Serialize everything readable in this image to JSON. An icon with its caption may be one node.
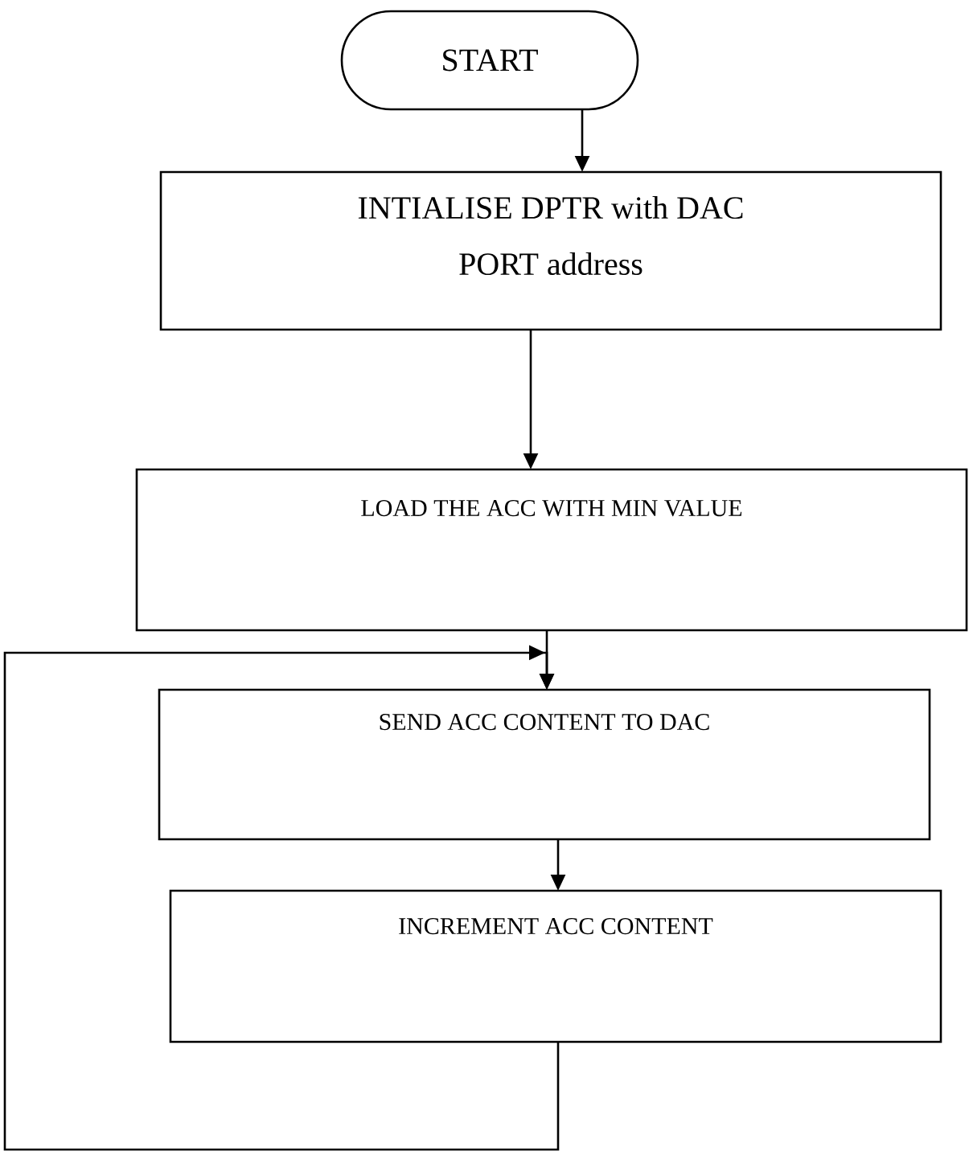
{
  "diagram": {
    "nodes": [
      {
        "text": [
          "START"
        ]
      },
      {
        "text": [
          "INTIALISE  DPTR with DAC PORT address"
        ]
      },
      {
        "text": [
          "LOAD THE ACC WITH MIN VALUE"
        ]
      },
      {
        "text": [
          "SEND ACC CONTENT TO DAC"
        ]
      },
      {
        "text": [
          "INCREMENT ACC CONTENT"
        ]
      }
    ],
    "edges": [
      {
        "from": 0,
        "to": 1,
        "arrow": "to"
      },
      {
        "from": 1,
        "to": 2,
        "arrow": "to"
      },
      {
        "from": 2,
        "to": 3,
        "arrow": "to"
      },
      {
        "from": 3,
        "to": 4,
        "arrow": "to"
      },
      {
        "from": 4,
        "to": 3,
        "arrow": "to"
      }
    ]
  }
}
